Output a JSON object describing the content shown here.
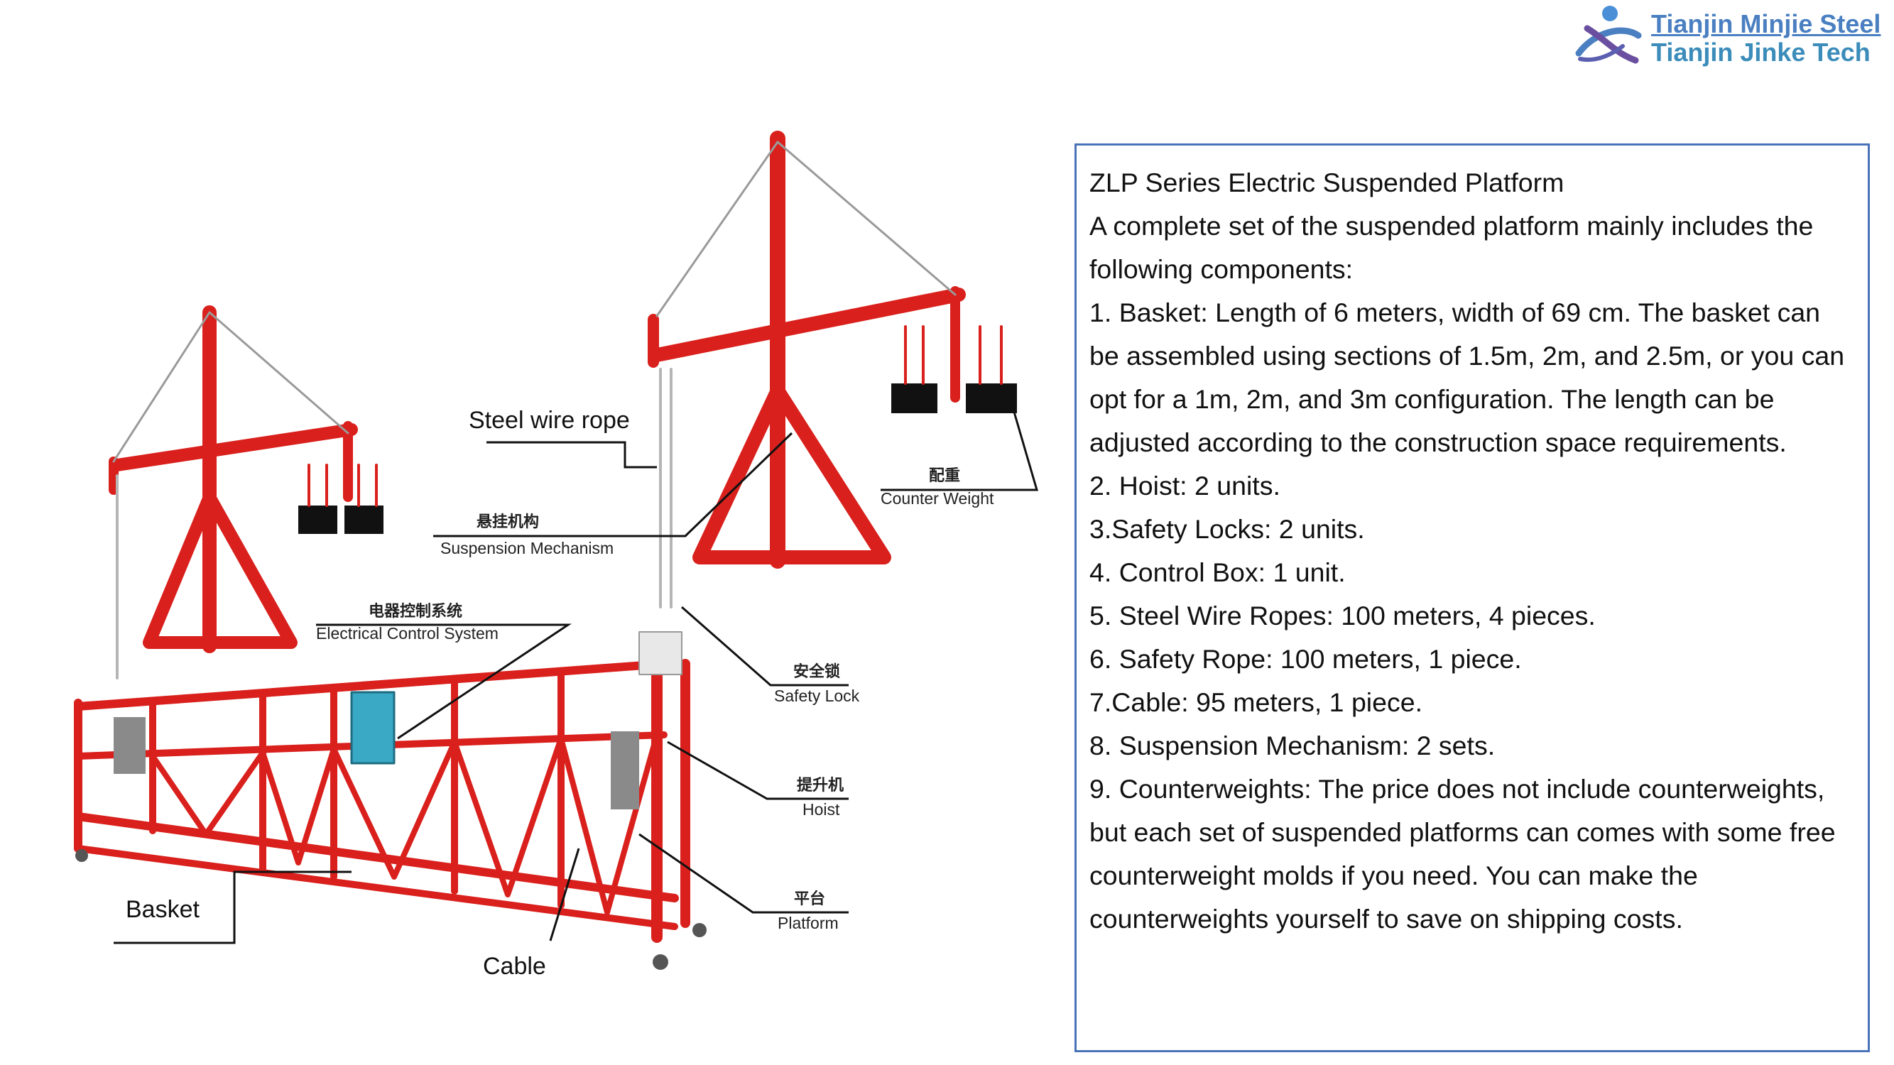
{
  "logo": {
    "line1": "Tianjin Minjie Steel",
    "line2": "Tianjin Jinke Tech",
    "brand_blue": "#4a7fc1",
    "brand_purple": "#6a4fa0"
  },
  "diagram": {
    "frame_color": "#d9201c",
    "weight_color": "#111111",
    "labels": {
      "steel_wire_rope": "Steel wire rope",
      "suspension_cn": "悬挂机构",
      "suspension_en": "Suspension Mechanism",
      "counter_weight_cn": "配重",
      "counter_weight_en": "Counter Weight",
      "electrical_cn": "电器控制系统",
      "electrical_en": "Electrical Control System",
      "safety_lock_cn": "安全锁",
      "safety_lock_en": "Safety Lock",
      "hoist_cn": "提升机",
      "hoist_en": "Hoist",
      "platform_cn": "平台",
      "platform_en": "Platform",
      "basket": "Basket",
      "cable": "Cable"
    }
  },
  "info": {
    "lines": [
      "ZLP Series Electric Suspended Platform",
      "A complete set of the suspended platform mainly includes the following components:",
      "1. Basket: Length of 6 meters, width of 69 cm. The basket can be assembled using sections of 1.5m, 2m, and 2.5m, or you can opt for a 1m, 2m, and 3m configuration. The length can be adjusted according to the construction space requirements.",
      "2. Hoist: 2 units.",
      "3.Safety Locks: 2 units.",
      "4. Control Box: 1 unit.",
      "5. Steel Wire Ropes: 100 meters, 4 pieces.",
      "6. Safety Rope: 100 meters, 1 piece.",
      "7.Cable: 95 meters, 1 piece.",
      "8. Suspension Mechanism: 2 sets.",
      "9. Counterweights: The price does not include counterweights, but each set of suspended platforms can comes with some free counterweight molds if you need. You can make the counterweights yourself to save on shipping costs."
    ]
  }
}
